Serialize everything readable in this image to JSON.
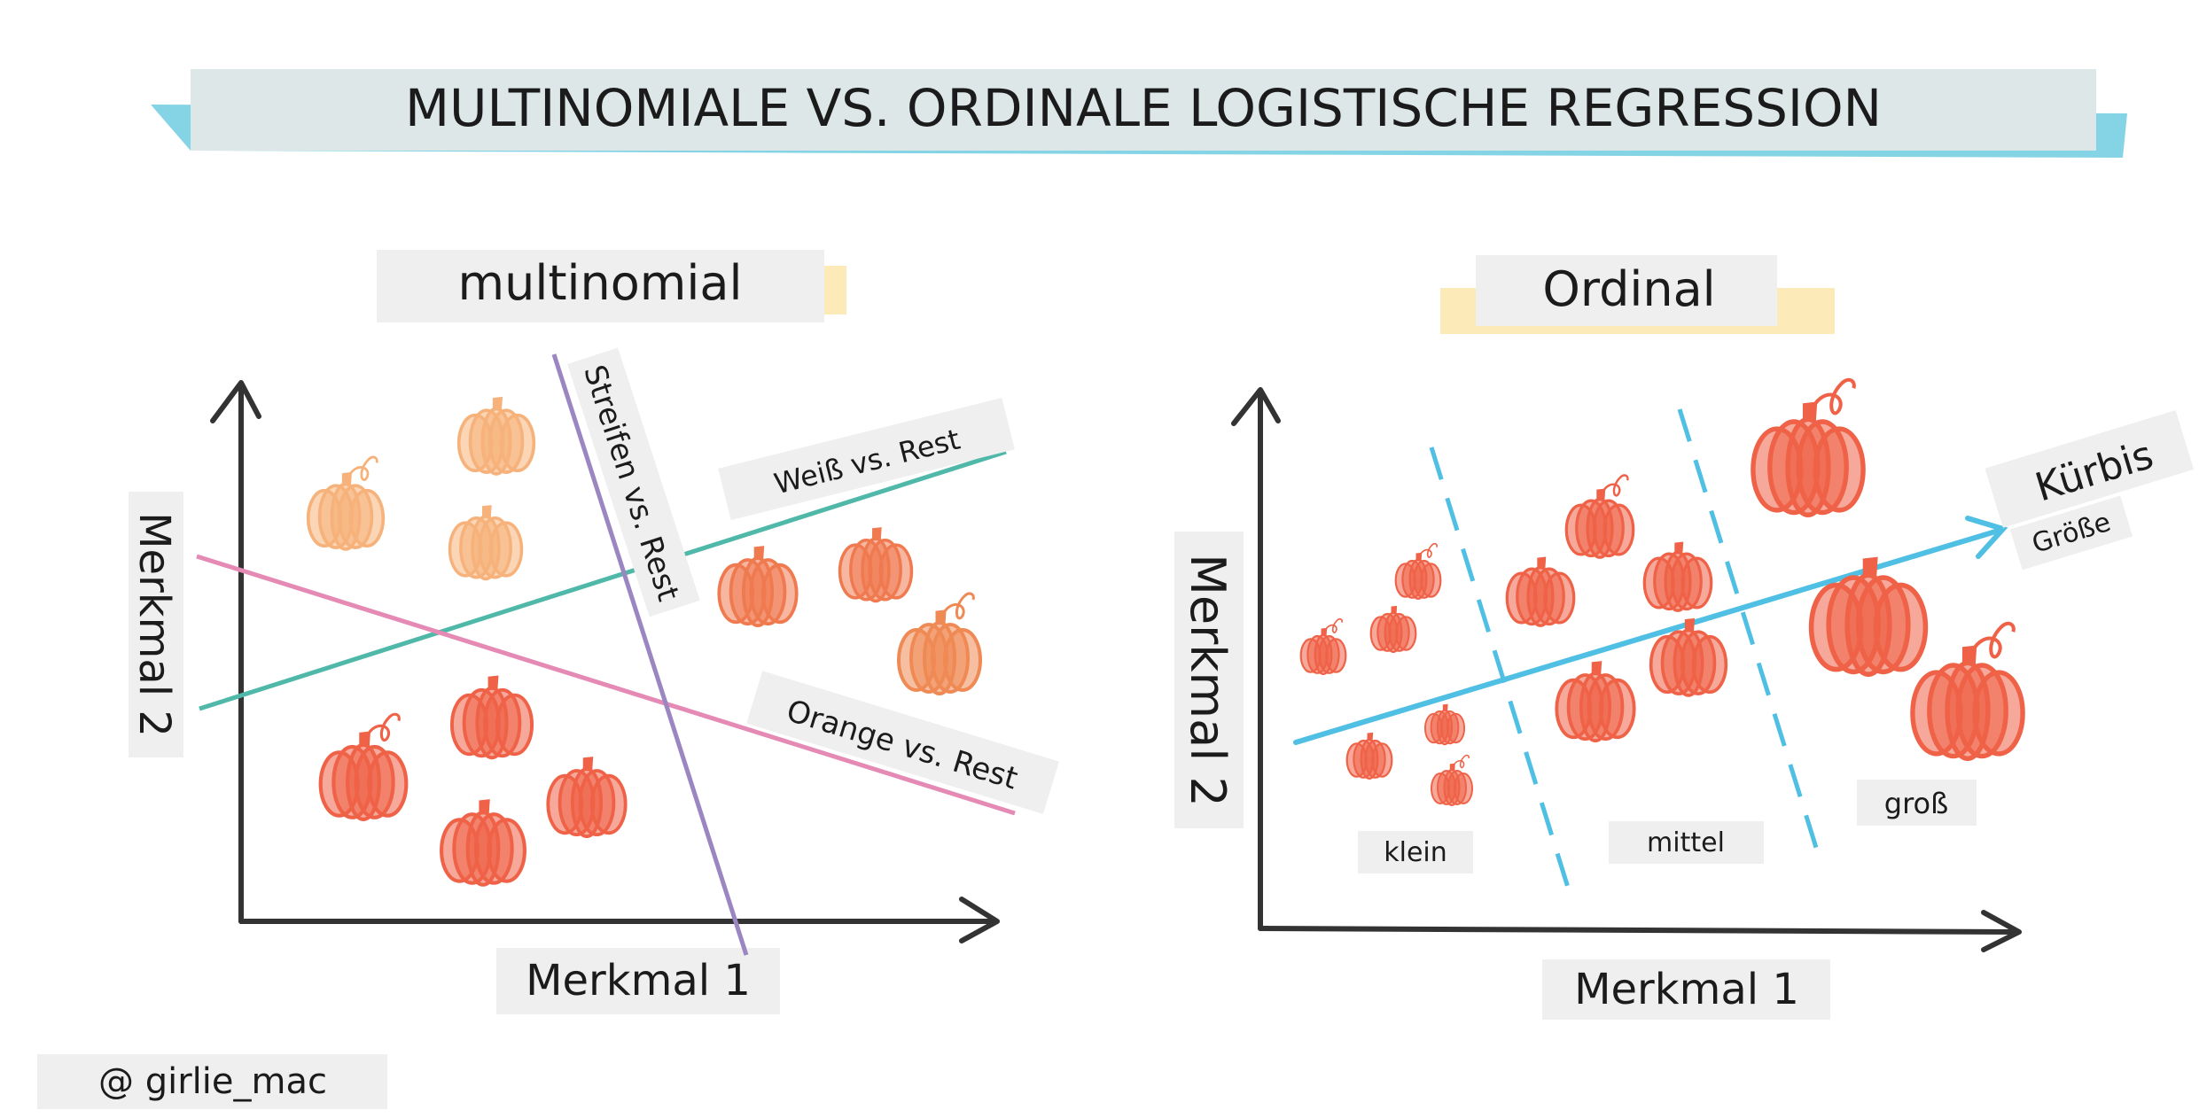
{
  "title": "MULTINOMIALE VS. ORDINALE LOGISTISCHE REGRESSION",
  "colors": {
    "title_tape": "#dde7e8",
    "title_tape_shadow": "#5cc6dc",
    "label_tape": "#efefef",
    "yellow_tape": "#fbe6a6",
    "axis": "#333333",
    "teal_line": "#4fb8a8",
    "pink_line": "#e48ab5",
    "purple_line": "#9b86c2",
    "blue_line": "#4fbfe3",
    "pumpkin_red": "#ef6247",
    "pumpkin_orange": "#f08a55",
    "pumpkin_light": "#f6b27a"
  },
  "multinomial": {
    "heading": "multinomial",
    "x_axis_label": "Merkmal 1",
    "y_axis_label": "Merkmal 2",
    "boundary_labels": {
      "white": "Weiß vs. Rest",
      "stripes": "Streifen vs. Rest",
      "orange": "Orange vs. Rest"
    },
    "pumpkin_classes": [
      "weiß",
      "orange",
      "gestreift"
    ]
  },
  "ordinal": {
    "heading": "Ordinal",
    "x_axis_label": "Merkmal 1",
    "y_axis_label": "Merkmal 2",
    "arrow_label_1": "Kürbis",
    "arrow_label_2": "Größe",
    "classes": [
      "klein",
      "mittel",
      "groß"
    ]
  },
  "credit": "@ girlie_mac"
}
